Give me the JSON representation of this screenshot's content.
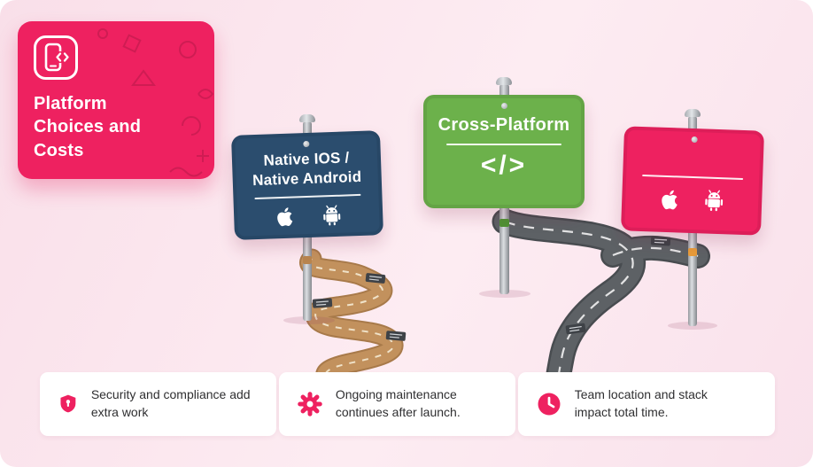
{
  "colors": {
    "background_pink": "#fbe4ee",
    "brand_pink": "#ee2160",
    "navy": "#2b4d6e",
    "green": "#6cb14b",
    "road_gray": "#5d6165",
    "road_dirt": "#c2915d",
    "post_gray": "#b9bcc0",
    "footer_text": "#2f2f31"
  },
  "header_card": {
    "title": "Platform Choices and Costs",
    "icon": "phone-code-icon"
  },
  "signs": {
    "native": {
      "line1": "Native IOS /",
      "line2": "Native Android",
      "icons": [
        "apple-icon",
        "android-icon"
      ]
    },
    "cross_platform": {
      "title": "Cross-Platform",
      "symbol": "</>"
    },
    "hybrid": {
      "icons": [
        "apple-icon",
        "android-icon"
      ]
    }
  },
  "footer_cards": [
    {
      "icon": "shield-lock-icon",
      "text": "Security and compliance add extra work"
    },
    {
      "icon": "gear-icon",
      "text": "Ongoing maintenance continues after launch."
    },
    {
      "icon": "clock-icon",
      "text": "Team location and stack impact total time."
    }
  ]
}
